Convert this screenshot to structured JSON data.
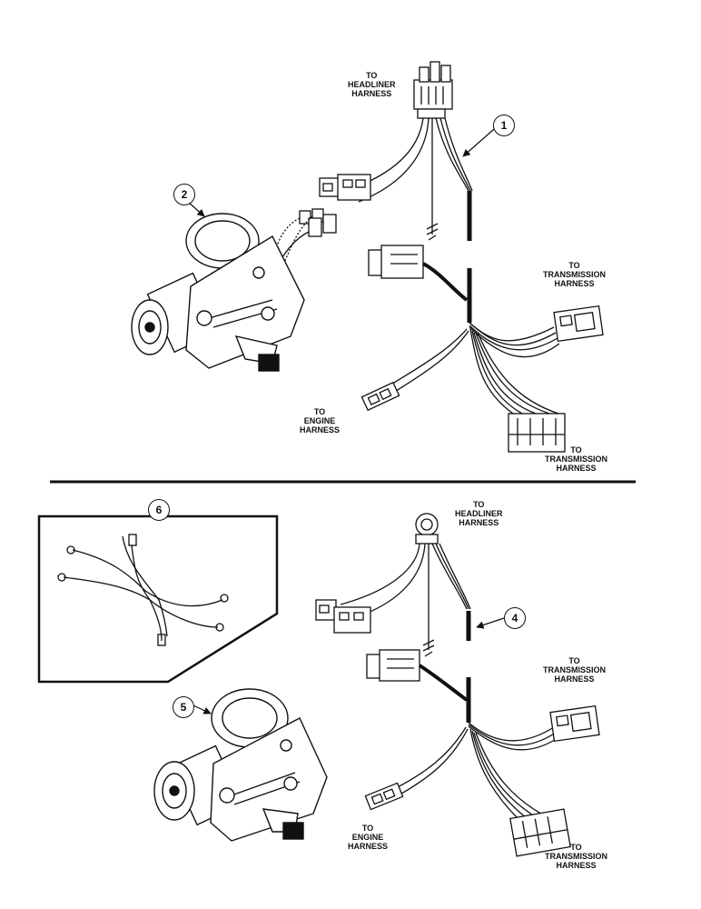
{
  "labels": {
    "top_headliner": [
      "TO",
      "HEADLINER",
      "HARNESS"
    ],
    "top_transmission_1": [
      "TO",
      "TRANSMISSION",
      "HARNESS"
    ],
    "top_engine": [
      "TO",
      "ENGINE",
      "HARNESS"
    ],
    "top_transmission_2": [
      "TO",
      "TRANSMISSION",
      "HARNESS"
    ],
    "bottom_headliner": [
      "TO",
      "HEADLINER",
      "HARNESS"
    ],
    "bottom_transmission_1": [
      "TO",
      "TRANSMISSION",
      "HARNESS"
    ],
    "bottom_engine": [
      "TO",
      "ENGINE",
      "HARNESS"
    ],
    "bottom_transmission_2": [
      "TO",
      "TRANSMISSION",
      "HARNESS"
    ]
  },
  "callouts": {
    "c1": "1",
    "c2": "2",
    "c4": "4",
    "c5": "5",
    "c6": "6"
  }
}
